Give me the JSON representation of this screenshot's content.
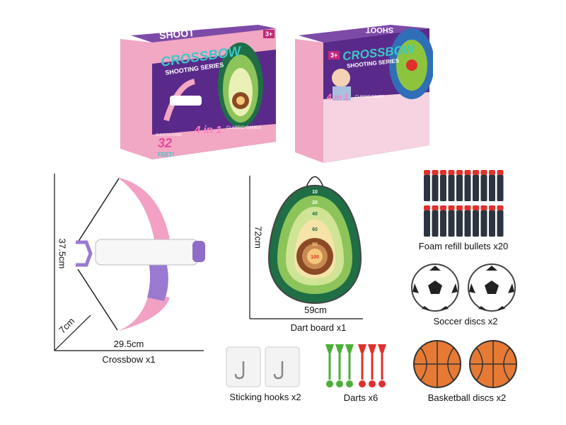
{
  "boxes": [
    {
      "brand": "SHOOT",
      "title": "CROSSBOW",
      "subtitle": "SHOOTING SERIES",
      "age": "3+",
      "badge": "4 in 1",
      "badge_sub": "CLASSIC GAMES",
      "range_top": "SHOOTS OVER",
      "range": "32",
      "range_unit": "FEET!"
    },
    {
      "brand": "SHOOT",
      "title": "CROSSBOW",
      "subtitle": "SHOOTING SERIES",
      "age": "3+",
      "badge": "4 in 1",
      "badge_sub": "CLASSIC GAMES"
    }
  ],
  "crossbow": {
    "height": "37.5cm",
    "width": "29.5cm",
    "depth": "7cm",
    "label": "Crossbow x1"
  },
  "dartboard": {
    "height": "72cm",
    "width": "59cm",
    "label": "Dart board x1",
    "rings": [
      "10",
      "20",
      "40",
      "60",
      "80",
      "100"
    ]
  },
  "bullets": {
    "label": "Foam refill bullets x20",
    "count": 20
  },
  "soccer": {
    "label": "Soccer discs x2"
  },
  "basketball": {
    "label": "Basketball discs x2"
  },
  "hooks": {
    "label": "Sticking hooks x2"
  },
  "darts": {
    "label": "Darts x6",
    "colors": [
      "#4caf3a",
      "#4caf3a",
      "#4caf3a",
      "#e0302c",
      "#e0302c",
      "#e0302c"
    ]
  },
  "colors": {
    "pink": "#f2a7c3",
    "purple": "#5a2a8a",
    "green_dark": "#1f6e45",
    "green_light": "#8cc45a",
    "orange": "#e67a35"
  }
}
